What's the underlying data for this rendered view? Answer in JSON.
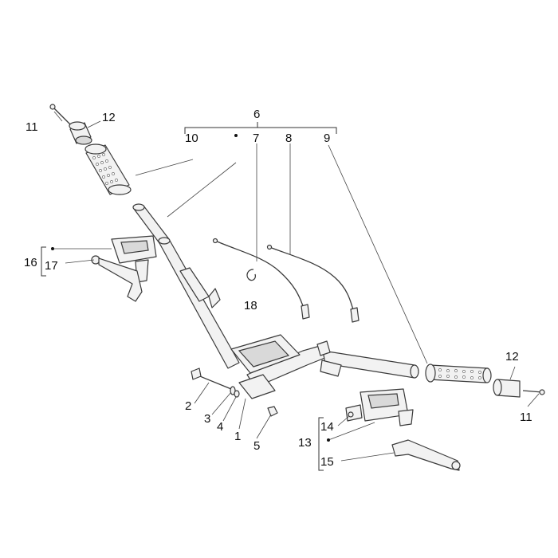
{
  "callouts": {
    "c1": "1",
    "c2": "2",
    "c3": "3",
    "c4": "4",
    "c5": "5",
    "c6": "6",
    "c7": "7",
    "c8": "8",
    "c9": "9",
    "c10": "10",
    "c11_left": "11",
    "c11_right": "11",
    "c12_left": "12",
    "c12_right": "12",
    "c13": "13",
    "c14": "14",
    "c15": "15",
    "c16": "16",
    "c17": "17",
    "c18": "18"
  }
}
